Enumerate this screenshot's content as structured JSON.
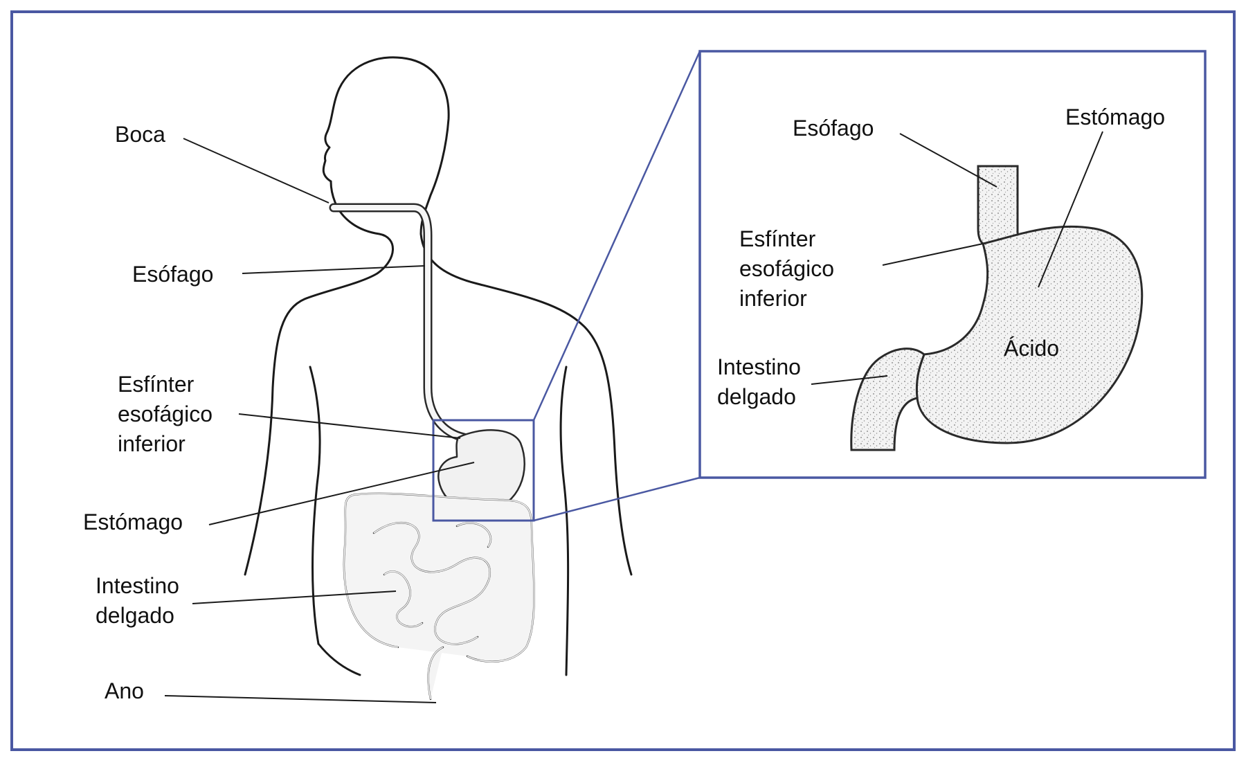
{
  "colors": {
    "frame": "#4a58a2",
    "ink": "#1a1a1a",
    "organ_fill": "#f1f1f1",
    "stipple": "#7a7a7a"
  },
  "main_labels": {
    "mouth": [
      "Boca"
    ],
    "esophagus": [
      "Esófago"
    ],
    "sphincter": [
      "Esfínter",
      "esofágico",
      "inferior"
    ],
    "stomach": [
      "Estómago"
    ],
    "small_intestine": [
      "Intestino",
      "delgado"
    ],
    "anus": [
      "Ano"
    ]
  },
  "inset_labels": {
    "esophagus": [
      "Esófago"
    ],
    "stomach": [
      "Estómago"
    ],
    "sphincter": [
      "Esfínter",
      "esofágico",
      "inferior"
    ],
    "acid": [
      "Ácido"
    ],
    "small_intestine": [
      "Intestino",
      "delgado"
    ]
  }
}
